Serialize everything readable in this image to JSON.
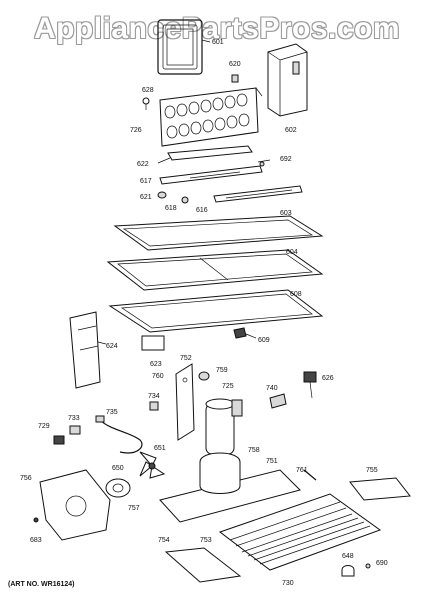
{
  "watermark": "AppliancePartsPros.com",
  "art_number": "(ART NO. WR16124)",
  "part_labels": {
    "p601": "601",
    "p620": "620",
    "p628": "628",
    "p602": "602",
    "p726": "726",
    "p692": "692",
    "p622": "622",
    "p617": "617",
    "p621": "621",
    "p618": "618",
    "p616": "616",
    "p603": "603",
    "p604": "604",
    "p608": "608",
    "p624": "624",
    "p623": "623",
    "p609": "609",
    "p752": "752",
    "p759": "759",
    "p760": "760",
    "p725": "725",
    "p740": "740",
    "p626": "626",
    "p735": "735",
    "p734": "734",
    "p733": "733",
    "p729": "729",
    "p651": "651",
    "p758": "758",
    "p751": "751",
    "p761": "761",
    "p755": "755",
    "p650": "650",
    "p756": "756",
    "p757": "757",
    "p683": "683",
    "p754": "754",
    "p753": "753",
    "p648": "648",
    "p690": "690",
    "p730": "730"
  }
}
